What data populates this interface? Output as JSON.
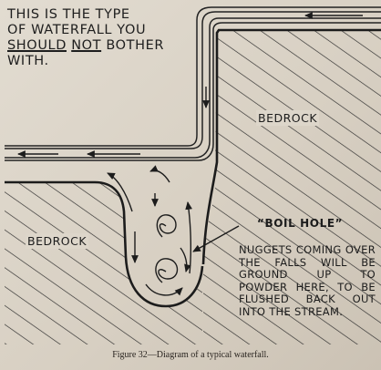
{
  "heading": {
    "line1": "THIS IS THE TYPE",
    "line2": "OF WATERFALL YOU",
    "line3_a": "SHOULD",
    "line3_b": "NOT",
    "line3_c": "BOTHER",
    "line4": "WITH."
  },
  "labels": {
    "bedrock_upper": "BEDROCK",
    "bedrock_lower": "BEDROCK",
    "boil_hole": "“BOIL HOLE”",
    "boil_hole_note": "NUGGETS COMING OVER THE FALLS WILL BE GROUND UP TO POWDER HERE, TO BE FLUSHED BACK OUT INTO THE STREAM."
  },
  "caption": "Figure 32—Diagram of a typical waterfall.",
  "colors": {
    "paper": "#d9d2c6",
    "ink": "#1c1c1c"
  }
}
